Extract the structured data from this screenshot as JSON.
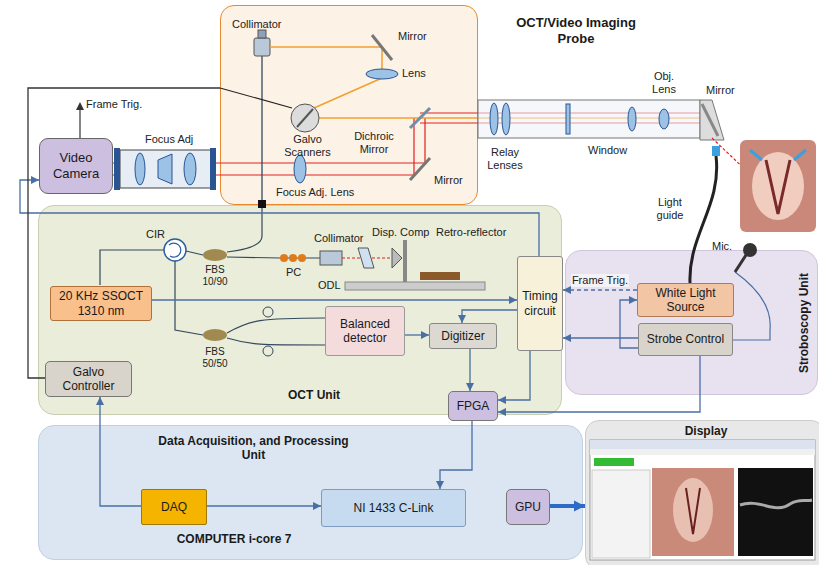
{
  "diagram": {
    "nodes": [
      {
        "text": [
          "OCT/Video Imaging Probe"
        ]
      },
      {
        "text": [
          "Video Camera"
        ]
      },
      {
        "text": [
          "OCT Unit"
        ]
      },
      {
        "text": [
          "20 KHz SSOCT 1310 nm"
        ],
        "in": 2
      },
      {
        "text": [
          "Galvo Controller"
        ],
        "in": 2
      },
      {
        "text": [
          "Balanced detector"
        ],
        "in": 2
      },
      {
        "text": [
          "Digitizer"
        ],
        "in": 2
      },
      {
        "text": [
          "Timing circuit"
        ],
        "in": 2
      },
      {
        "text": [
          "FPGA"
        ],
        "in": 2
      },
      {
        "text": [
          "Stroboscopy Unit"
        ]
      },
      {
        "text": [
          "White Light Source"
        ],
        "in": 9
      },
      {
        "text": [
          "Strobe Control"
        ],
        "in": 9
      },
      {
        "text": [
          "Data Acquisition, and Processing Unit",
          "COMPUTER i-core 7"
        ]
      },
      {
        "text": [
          "DAQ"
        ],
        "in": 12
      },
      {
        "text": [
          "NI 1433 C-Link"
        ],
        "in": 12
      },
      {
        "text": [
          "GPU"
        ],
        "in": 12
      },
      {
        "text": [
          "Display"
        ]
      }
    ],
    "edges": [
      {
        "from": 7,
        "to": 1,
        "arrow": "to"
      },
      {
        "from": 3,
        "to": 7,
        "arrow": "to"
      },
      {
        "from": 4,
        "to": 0,
        "arrow": "none"
      },
      {
        "from": 5,
        "to": 6,
        "arrow": "to"
      },
      {
        "from": 7,
        "to": 6,
        "arrow": "to"
      },
      {
        "from": 6,
        "to": 8,
        "arrow": "to"
      },
      {
        "from": 7,
        "to": 8,
        "arrow": "to"
      },
      {
        "from": 8,
        "to": 14,
        "arrow": "to"
      },
      {
        "from": 13,
        "to": 14,
        "arrow": "to"
      },
      {
        "from": 13,
        "to": 4,
        "arrow": "to"
      },
      {
        "from": 15,
        "to": 16,
        "arrow": "to"
      },
      {
        "from": 10,
        "to": 7,
        "label": "Frame Trig.",
        "arrow": "to"
      },
      {
        "from": 11,
        "to": 7,
        "arrow": "to"
      },
      {
        "from": 11,
        "to": 10,
        "arrow": "to"
      },
      {
        "from": 11,
        "to": 8,
        "arrow": "to"
      }
    ],
    "labels": [
      "Collimator",
      "Mirror",
      "Lens",
      "Galvo Scanners",
      "Dichroic Mirror",
      "Focus Adj. Lens",
      "Mirror",
      "Focus Adj",
      "Frame Trig.",
      "Relay Lenses",
      "Window",
      "Obj. Lens",
      "Mirror",
      "Light guide",
      "Mic.",
      "CIR",
      "FBS 10/90",
      "PC",
      "Collimator",
      "Disp. Comp",
      "Retro-reflector",
      "ODL",
      "FBS 50/50"
    ]
  }
}
